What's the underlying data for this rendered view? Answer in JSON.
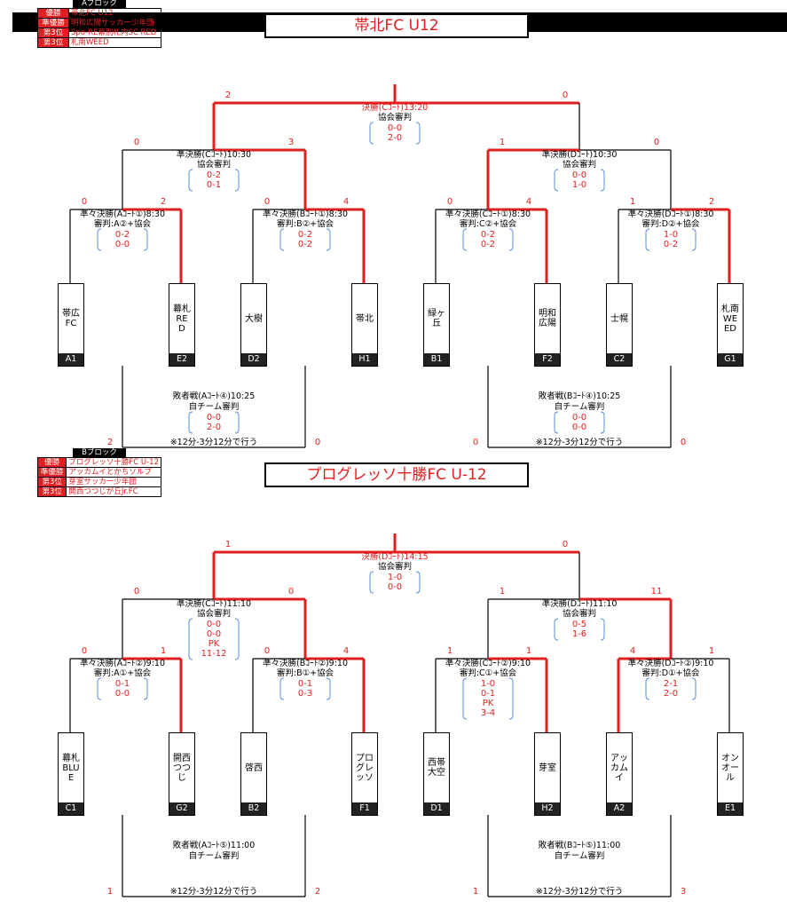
{
  "header_title": "決勝トーナメント 8／10(日)",
  "blocks": [
    {
      "legend_title": "Aブロック",
      "legend": [
        {
          "k": "優勝",
          "v": "帯北FC U12"
        },
        {
          "k": "準優勝",
          "v": "明和広陽サッカー少年団"
        },
        {
          "k": "第3位",
          "v": "Spo-RE幕別札内SC RED"
        },
        {
          "k": "第3位",
          "v": "札南WEED"
        }
      ],
      "champion": "帯北FC U12",
      "final": {
        "title": "決勝(Cｺｰﾄ)13:20",
        "ref": "協会審判",
        "scores": [
          "0-0",
          "2-0"
        ],
        "left_score": "2",
        "right_score": "0"
      },
      "semis": [
        {
          "title": "準決勝(Cｺｰﾄ)10:30",
          "ref": "協会審判",
          "scores": [
            "0-2",
            "0-1"
          ],
          "left_score": "0",
          "right_score": "3"
        },
        {
          "title": "準決勝(Dｺｰﾄ)10:30",
          "ref": "協会審判",
          "scores": [
            "0-0",
            "1-0"
          ],
          "left_score": "1",
          "right_score": "0"
        }
      ],
      "qfs": [
        {
          "title": "準々決勝(Aｺｰﾄ①)8:30",
          "ref": "審判:A②+協会",
          "scores": [
            "0-2",
            "0-0"
          ],
          "left_score": "0",
          "right_score": "2"
        },
        {
          "title": "準々決勝(Bｺｰﾄ①)8:30",
          "ref": "審判:B②+協会",
          "scores": [
            "0-2",
            "0-2"
          ],
          "left_score": "0",
          "right_score": "4"
        },
        {
          "title": "準々決勝(Cｺｰﾄ①)8:30",
          "ref": "審判:C②+協会",
          "scores": [
            "0-2",
            "0-2"
          ],
          "left_score": "0",
          "right_score": "4"
        },
        {
          "title": "準々決勝(Dｺｰﾄ①)8:30",
          "ref": "審判:D②+協会",
          "scores": [
            "1-0",
            "0-2"
          ],
          "left_score": "1",
          "right_score": "2"
        }
      ],
      "teams": [
        {
          "name": "帯広FC",
          "code": "A1"
        },
        {
          "name": "幕札RED",
          "code": "E2"
        },
        {
          "name": "大樹",
          "code": "D2"
        },
        {
          "name": "帯北",
          "code": "H1"
        },
        {
          "name": "緑ヶ丘",
          "code": "B1"
        },
        {
          "name": "明和広陽",
          "code": "F2"
        },
        {
          "name": "士幌",
          "code": "C2"
        },
        {
          "name": "札南WEED",
          "code": "G1"
        }
      ],
      "consolation": [
        {
          "title": "敗者戦(Aｺｰﾄ④)10:25",
          "ref": "自チーム審判",
          "scores": [
            "0-0",
            "2-0"
          ],
          "note": "※12分-3分12分で行う",
          "left_score": "2",
          "right_score": "0"
        },
        {
          "title": "敗者戦(Bｺｰﾄ④)10:25",
          "ref": "自チーム審判",
          "scores": [
            "0-0",
            "0-0"
          ],
          "note": "※12分-3分12分で行う",
          "left_score": "0",
          "right_score": "0"
        }
      ]
    },
    {
      "legend_title": "Bブロック",
      "legend": [
        {
          "k": "優勝",
          "v": "プログレッソ十勝FC U-12"
        },
        {
          "k": "準優勝",
          "v": "アッカムイとかちソルプ"
        },
        {
          "k": "第3位",
          "v": "芽室サッカー少年団"
        },
        {
          "k": "第3位",
          "v": "開西つつじが丘Jr.FC"
        }
      ],
      "champion": "プログレッソ十勝FC U-12",
      "final": {
        "title": "決勝(Dｺｰﾄ)14:15",
        "ref": "協会審判",
        "scores": [
          "1-0",
          "0-0"
        ],
        "left_score": "1",
        "right_score": "0"
      },
      "semis": [
        {
          "title": "準決勝(Cｺｰﾄ)11:10",
          "ref": "協会審判",
          "scores": [
            "0-0",
            "0-0",
            "PK",
            "11-12"
          ],
          "left_score": "0",
          "right_score": "0"
        },
        {
          "title": "準決勝(Dｺｰﾄ)11:10",
          "ref": "協会審判",
          "scores": [
            "0-5",
            "1-6"
          ],
          "left_score": "1",
          "right_score": "11"
        }
      ],
      "qfs": [
        {
          "title": "準々決勝(Aｺｰﾄ②)9:10",
          "ref": "審判:A①+協会",
          "scores": [
            "0-1",
            "0-0"
          ],
          "left_score": "0",
          "right_score": "1"
        },
        {
          "title": "準々決勝(Bｺｰﾄ②)9:10",
          "ref": "審判:B①+協会",
          "scores": [
            "0-1",
            "0-3"
          ],
          "left_score": "0",
          "right_score": "4"
        },
        {
          "title": "準々決勝(Cｺｰﾄ②)9:10",
          "ref": "審判:C①+協会",
          "scores": [
            "1-0",
            "0-1",
            "PK",
            "3-4"
          ],
          "left_score": "1",
          "right_score": "1"
        },
        {
          "title": "準々決勝(Dｺｰﾄ②)9:10",
          "ref": "審判:D①+協会",
          "scores": [
            "2-1",
            "2-0"
          ],
          "left_score": "4",
          "right_score": "1"
        }
      ],
      "teams": [
        {
          "name": "幕札BLUE",
          "code": "C1"
        },
        {
          "name": "開西つつじ",
          "code": "G2"
        },
        {
          "name": "啓西",
          "code": "B2"
        },
        {
          "name": "プログレッソ",
          "code": "F1"
        },
        {
          "name": "西帯大空",
          "code": "D1"
        },
        {
          "name": "芽室",
          "code": "H2"
        },
        {
          "name": "アッカムイ",
          "code": "A2"
        },
        {
          "name": "オンオール",
          "code": "E1"
        }
      ],
      "consolation": [
        {
          "title": "敗者戦(Aｺｰﾄ⑤)11:00",
          "ref": "自チーム審判",
          "scores": [],
          "note": "※12分-3分12分で行う",
          "left_score": "1",
          "right_score": "2"
        },
        {
          "title": "敗者戦(Bｺｰﾄ⑤)11:00",
          "ref": "自チーム審判",
          "scores": [],
          "note": "※12分-3分12分で行う",
          "left_score": "1",
          "right_score": "3"
        }
      ]
    }
  ]
}
